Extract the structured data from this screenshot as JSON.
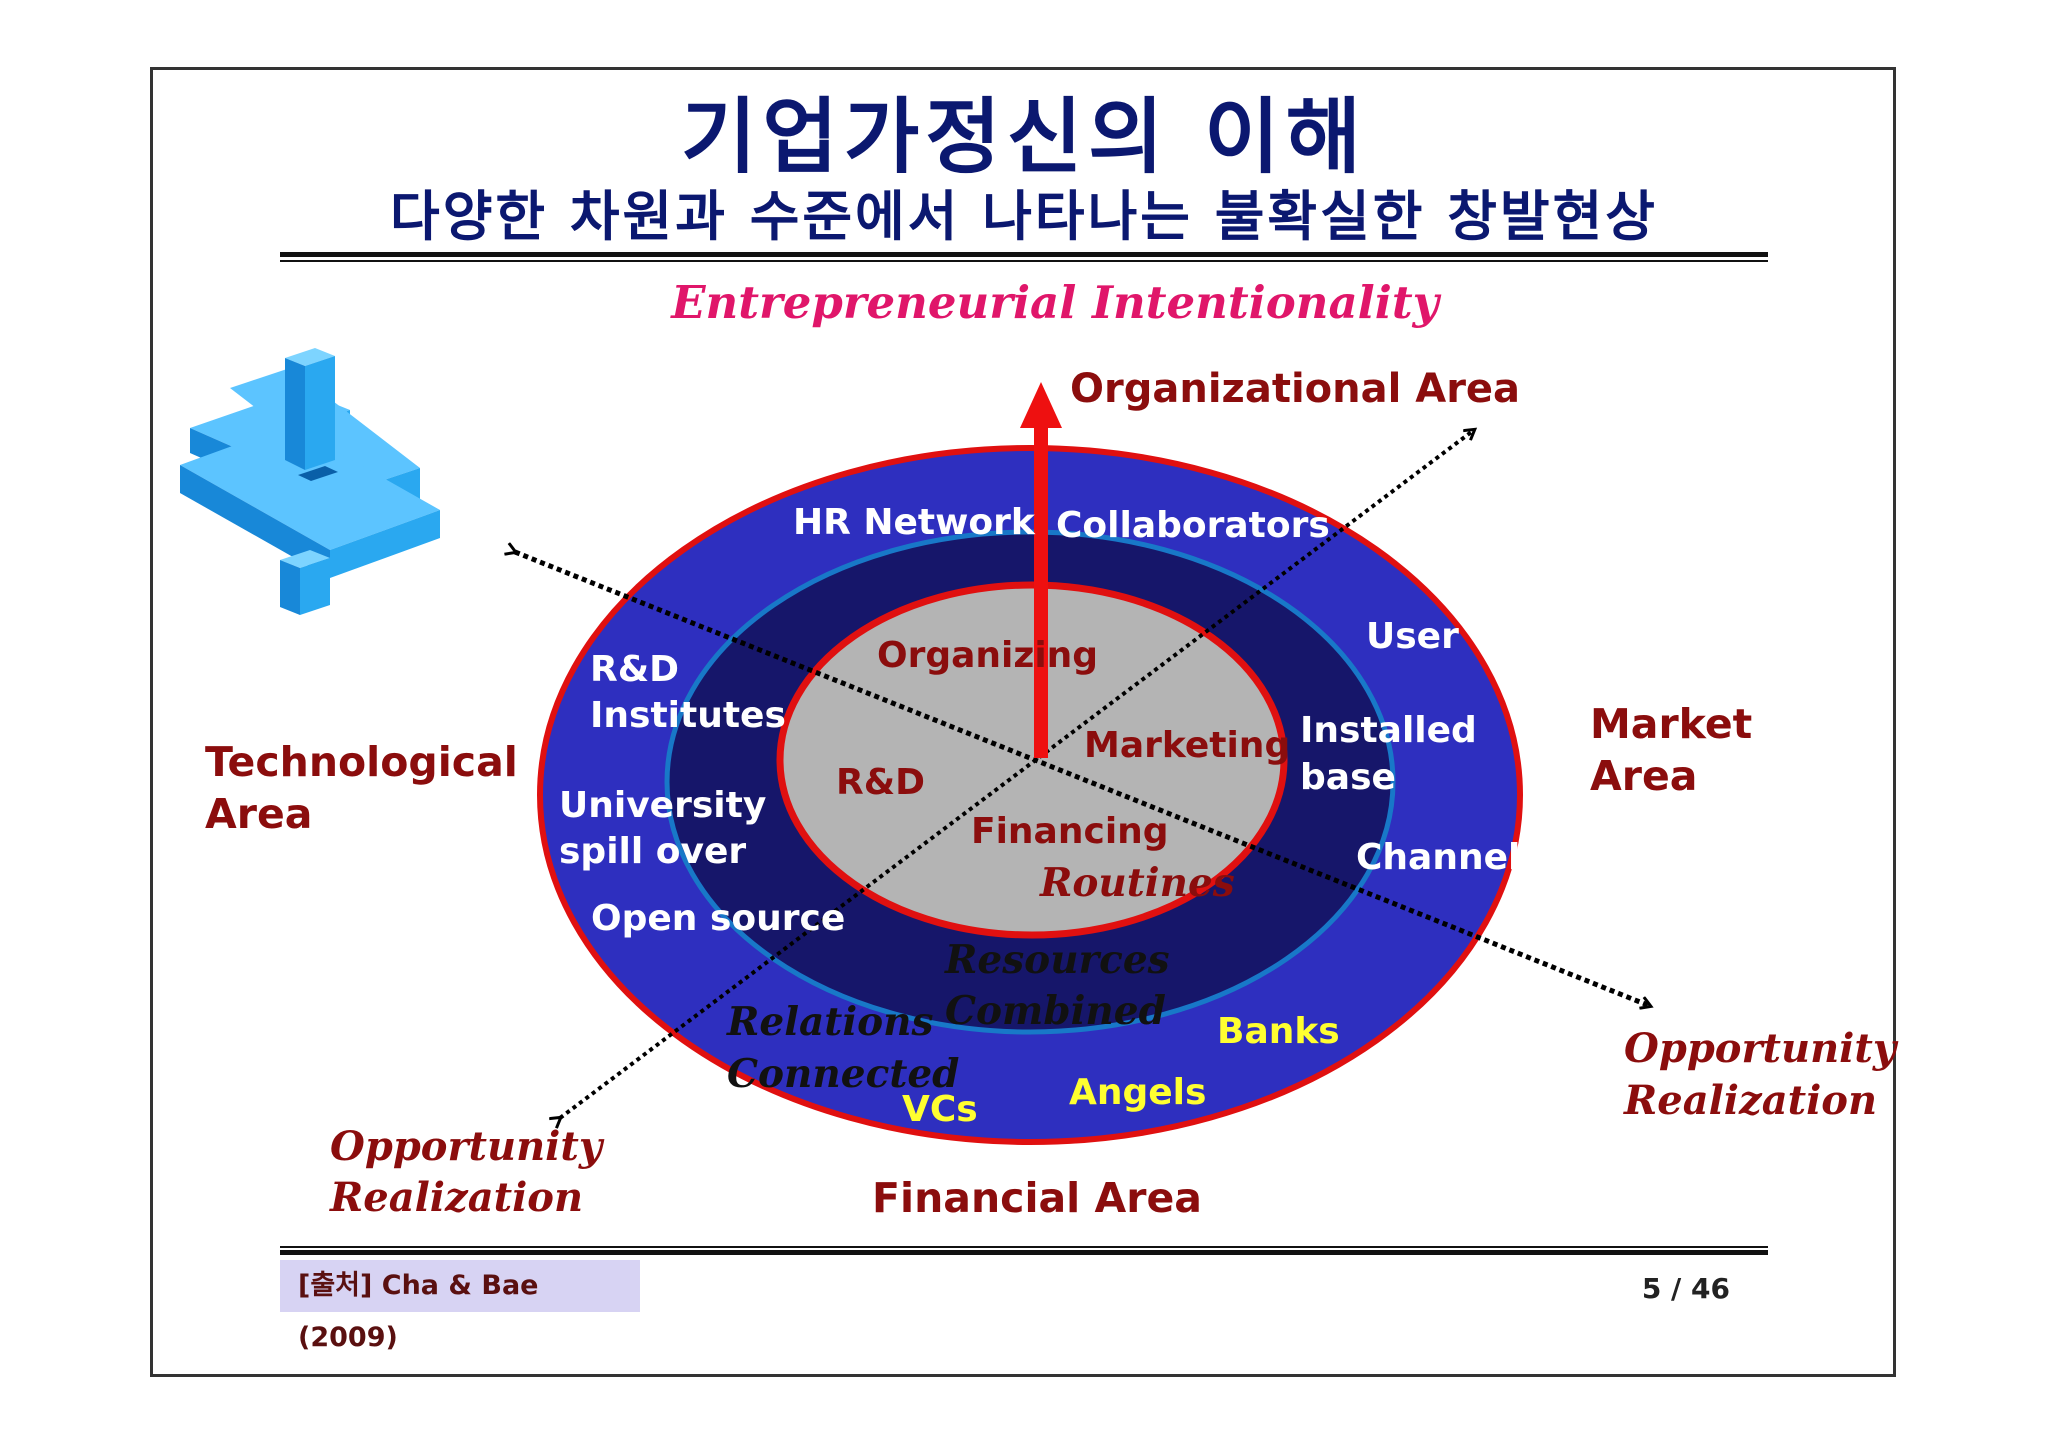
{
  "slide": {
    "title": "기업가정신의 이해",
    "subtitle": "다양한 차원과 수준에서 나타나는 불확실한 창발현상",
    "source": "[출처] Cha & Bae (2009)",
    "page_current": "5",
    "page_separator": "/",
    "page_total": "46"
  },
  "diagram": {
    "top_label": "Entrepreneurial Intentionality",
    "organizational_area": "Organizational Area",
    "market_area": [
      "Market",
      "Area"
    ],
    "technological_area": [
      "Technological",
      "Area"
    ],
    "financial_area": "Financial Area",
    "opportunity_right": [
      "Opportunity",
      "Realization"
    ],
    "opportunity_left": [
      "Opportunity",
      "Realization"
    ],
    "outer_ring": {
      "hr_network": "HR Network",
      "collaborators": "Collaborators",
      "user": "User",
      "rd_institutes": [
        "R&D",
        "Institutes"
      ],
      "university": [
        "University",
        "spill over"
      ],
      "open_source": "Open source",
      "installed_base": [
        "Installed",
        "base"
      ],
      "channel": "Channel",
      "banks": "Banks",
      "angels": "Angels",
      "vcs": "VCs",
      "relations": [
        "Relations",
        "Connected"
      ]
    },
    "middle_ring": {
      "resources": [
        "Resources",
        "Combined"
      ]
    },
    "inner": {
      "organizing": "Organizing",
      "marketing": "Marketing",
      "rd": "R&D",
      "financing": "Financing",
      "routines": "Routines"
    },
    "colors": {
      "navy_text": "#0b1870",
      "area_text": "#8b0d0d",
      "magenta": "#e0166a",
      "outer_ring": "#2e2fbf",
      "middle_ring": "#16166a",
      "inner_ellipse": "#b4b4b4",
      "ring_border": "#e01010",
      "yellow_text": "#ffff30",
      "white_text": "#ffffff",
      "cube_blue": "#2aa8f0"
    }
  }
}
